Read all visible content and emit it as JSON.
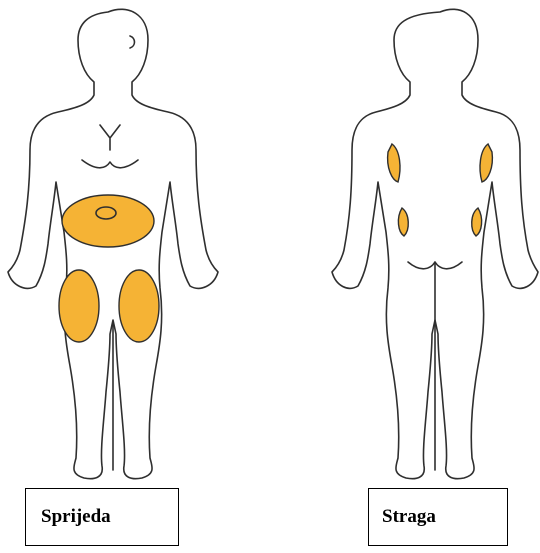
{
  "labels": {
    "front": "Sprijeda",
    "back": "Straga"
  },
  "colors": {
    "injection_site": "#f5b335",
    "outline": "#2f2f2f"
  },
  "injection_sites": {
    "front": [
      "abdomen",
      "left-thigh",
      "right-thigh"
    ],
    "back": [
      "left-upper-arm",
      "right-upper-arm",
      "left-hip",
      "right-hip"
    ]
  }
}
